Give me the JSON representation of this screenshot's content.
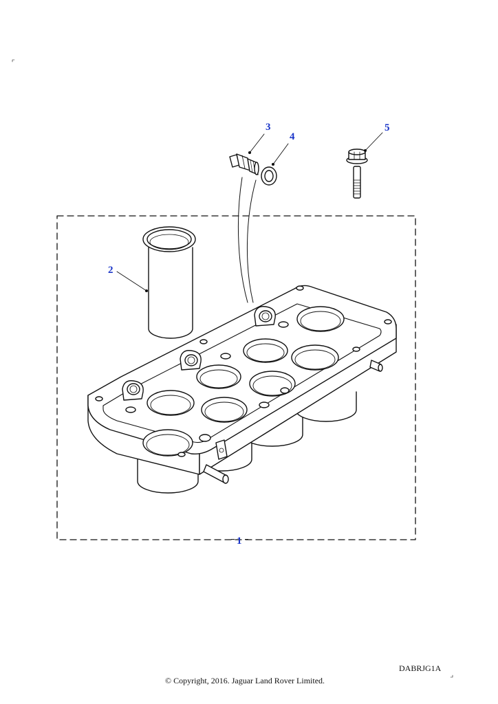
{
  "diagram": {
    "drawing_code": "DABRJG1A",
    "copyright": "© Copyright, 2016. Jaguar Land Rover Limited.",
    "colors": {
      "callout": "#1a35c8",
      "line": "#111111",
      "fill": "#ffffff"
    },
    "callouts": [
      {
        "label": "1",
        "part": "plenum-assembly-kit"
      },
      {
        "label": "2",
        "part": "tube-sleeve"
      },
      {
        "label": "3",
        "part": "fitting-adapter"
      },
      {
        "label": "4",
        "part": "sealing-washer"
      },
      {
        "label": "5",
        "part": "flange-bolt"
      }
    ]
  }
}
